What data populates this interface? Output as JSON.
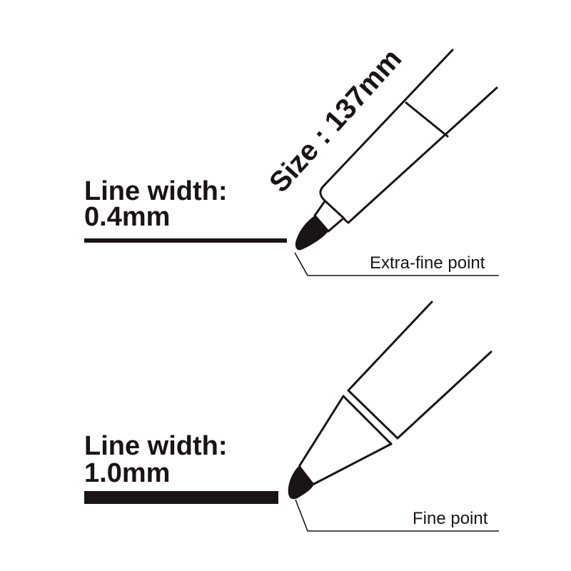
{
  "colors": {
    "ink": "#1a1514",
    "background": "#ffffff"
  },
  "pens": [
    {
      "line_width_label": "Line width:",
      "line_width_value": "0.4mm",
      "point_label": "Extra-fine point",
      "size_label": "Size : 137mm"
    },
    {
      "line_width_label": "Line width:",
      "line_width_value": "1.0mm",
      "point_label": "Fine point"
    }
  ]
}
